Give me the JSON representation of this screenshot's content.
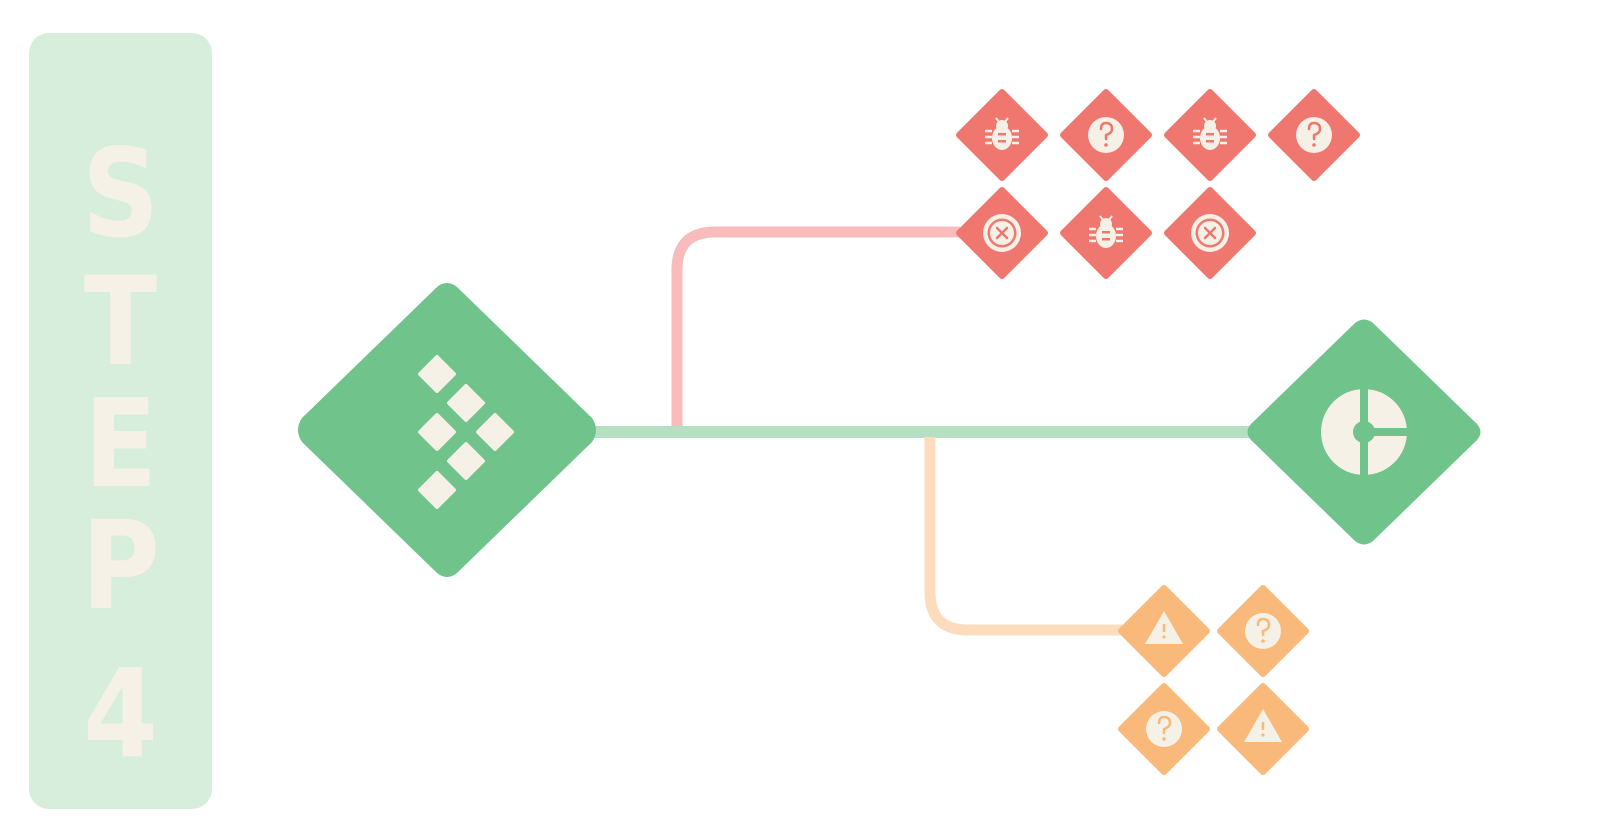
{
  "step_panel": {
    "letters": [
      "S",
      "T",
      "E",
      "P",
      "4"
    ]
  },
  "colors": {
    "panel_bg": "#d8eedd",
    "panel_text": "#f6f1e6",
    "node_green": "#6fc38b",
    "line_green": "#b5e0c3",
    "error_red": "#f07670",
    "line_red": "#f8bcbc",
    "warn_orange": "#f9b97a",
    "line_orange": "#fddcbd",
    "icon_cream": "#f6f1e6"
  },
  "nodes": {
    "source": {
      "icon": "diamond-grid-icon"
    },
    "target": {
      "icon": "split-circle-icon"
    }
  },
  "error_group": {
    "icons": [
      "bug-icon",
      "question-icon",
      "bug-icon",
      "question-icon",
      "error-x-icon",
      "bug-icon",
      "error-x-icon"
    ]
  },
  "warning_group": {
    "icons": [
      "warning-icon",
      "question-icon",
      "question-icon",
      "warning-icon"
    ]
  }
}
